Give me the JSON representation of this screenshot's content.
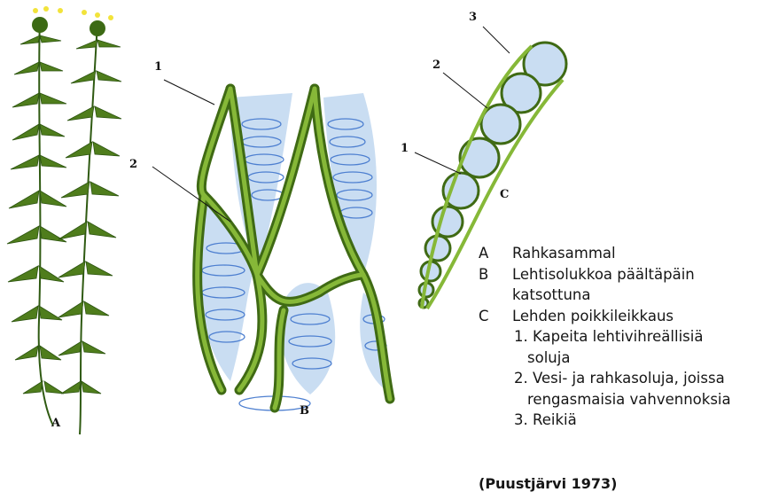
{
  "labels": {
    "plant_letter": "A",
    "cells_letter": "B",
    "cells_num_1": "1",
    "cells_num_2": "2",
    "section_letter": "C",
    "section_num_1": "1",
    "section_num_2": "2",
    "section_num_3": "3"
  },
  "legend": {
    "a_key": "A",
    "a_text": "Rahkasammal",
    "b_key": "B",
    "b_text_1": "Lehtisolukkoa päältäpäin",
    "b_text_2": "katsottuna",
    "c_key": "C",
    "c_text": "Lehden poikkileikkaus",
    "item1_line1": "1. Kapeita lehtivihreällisiä",
    "item1_line2": "soluja",
    "item2_line1": "2. Vesi- ja rahkasoluja, joissa",
    "item2_line2": "rengasmaisia vahvennoksia",
    "item3": "3. Reikiä"
  },
  "source": "(Puustjärvi 1973)",
  "colors": {
    "cell_green": "#6f9a22",
    "cell_dark": "#3f6a14",
    "water_blue": "#c9ddf2",
    "ring_blue": "#4d7fd0",
    "flower_yellow": "#f2e33a"
  }
}
